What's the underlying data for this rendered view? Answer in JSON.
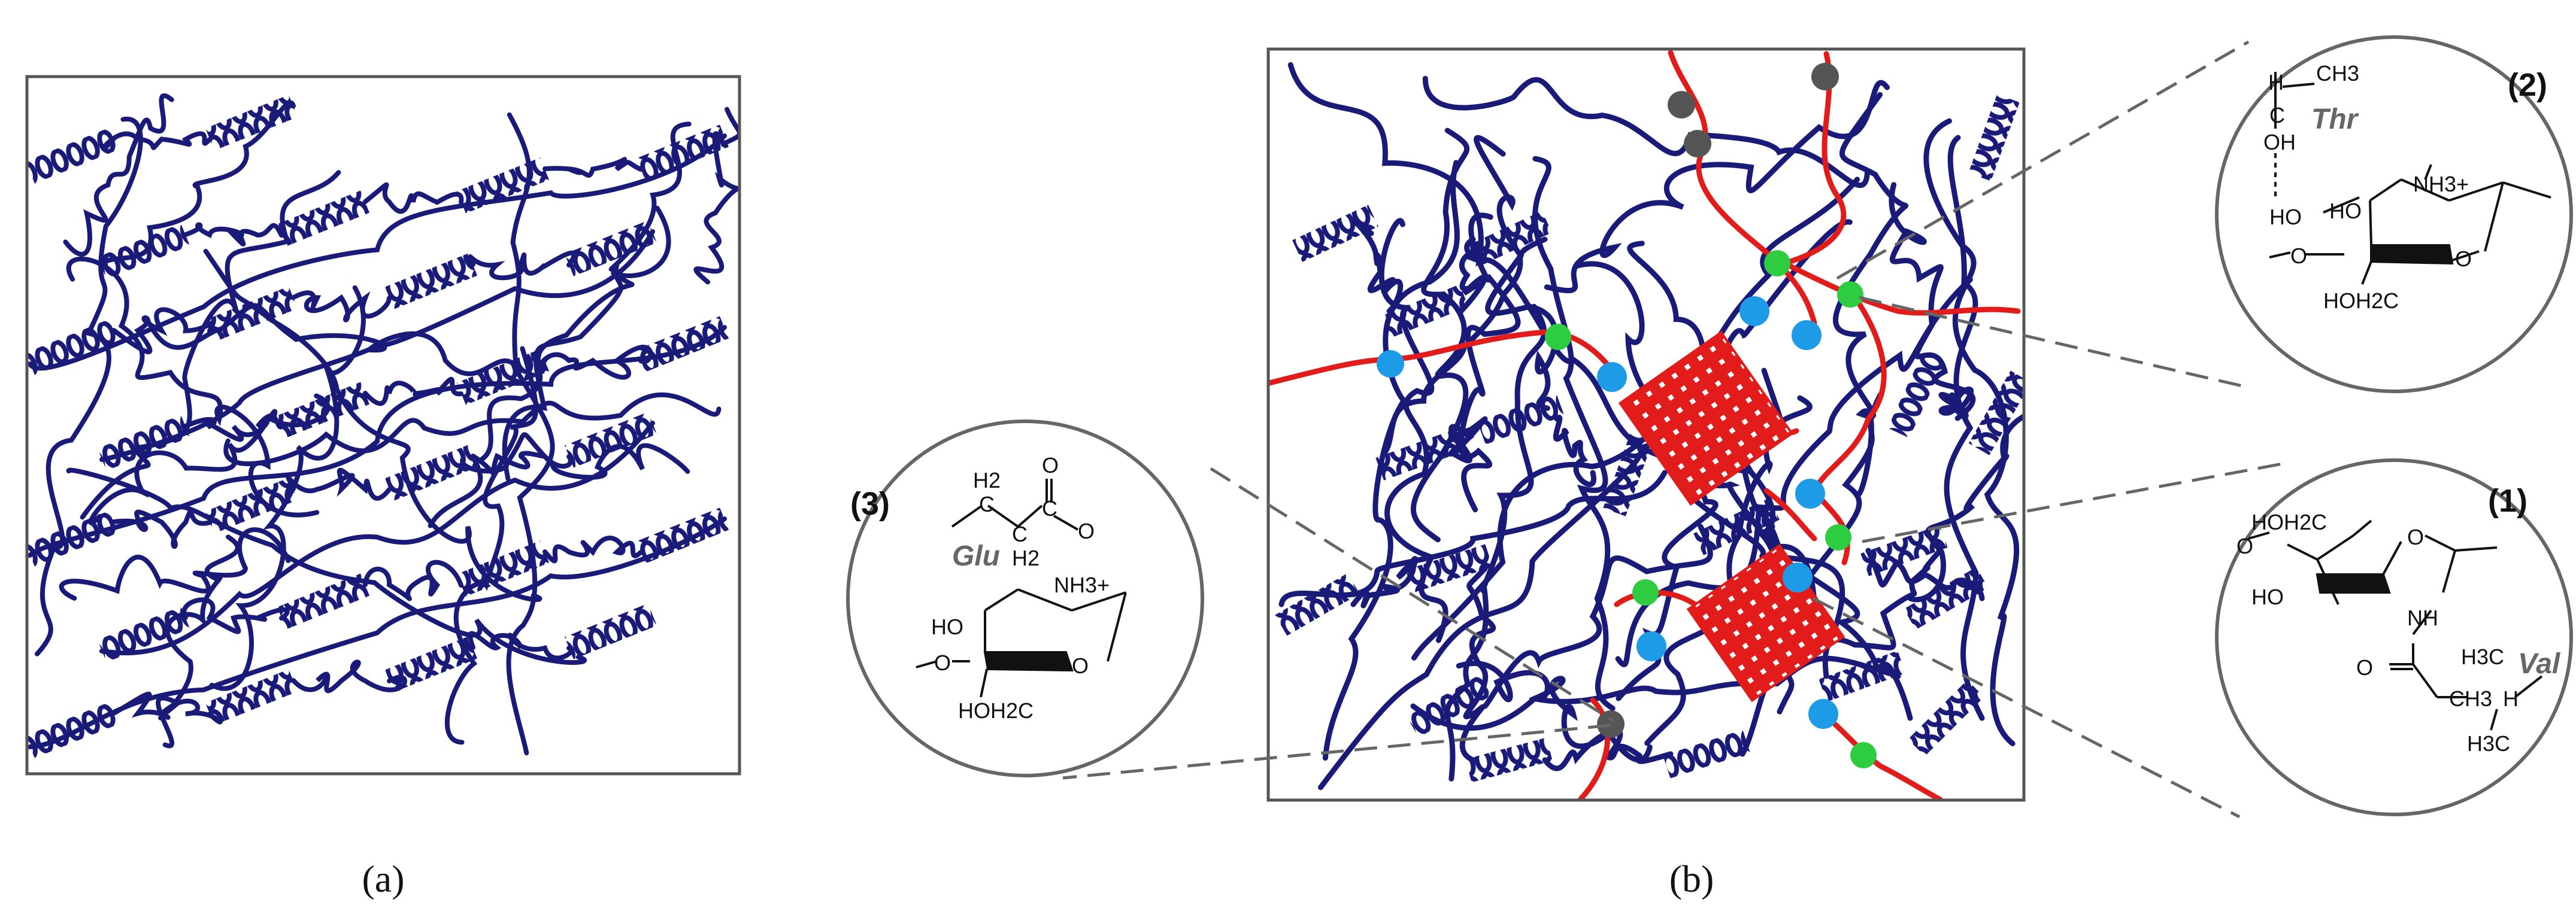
{
  "panels": {
    "a": {
      "caption": "(a)"
    },
    "b": {
      "caption": "(b)"
    }
  },
  "insets": {
    "thr": {
      "number": "(2)",
      "residue": "Thr",
      "labels": {
        "ch3": "CH3",
        "h": "H",
        "c": "C",
        "oh": "OH",
        "ho": "HO",
        "nh3": "NH3+",
        "hoh2c": "HOH2C",
        "o_ring": "O",
        "o_link": "O"
      }
    },
    "val": {
      "number": "(1)",
      "residue": "Val",
      "labels": {
        "hoh2c": "HOH2C",
        "o_ring": "O",
        "o_link": "O",
        "ho": "HO",
        "nh": "NH",
        "o_carbonyl": "O",
        "h3c_a": "H3C",
        "ch3_ch": "CH3",
        "h": "H",
        "h3c_b": "H3C"
      }
    },
    "glu": {
      "number": "(3)",
      "residue": "Glu",
      "labels": {
        "h2_top": "H2",
        "c_top": "C",
        "o_top": "O",
        "c_mid": "C",
        "c_right": "C",
        "o_minus": "O",
        "h2_bottom": "H2",
        "nh3": "NH3+",
        "ho": "HO",
        "hoh2c": "HOH2C",
        "o_ring": "O",
        "o_link": "O"
      }
    }
  },
  "colors": {
    "protein": "#1a1a78",
    "chitosan": "#e21b1b",
    "crystallite": "#e21b1b",
    "node_blue": "#1e9be6",
    "node_green": "#2ecc40",
    "node_gray": "#555555",
    "frame": "#555555"
  }
}
